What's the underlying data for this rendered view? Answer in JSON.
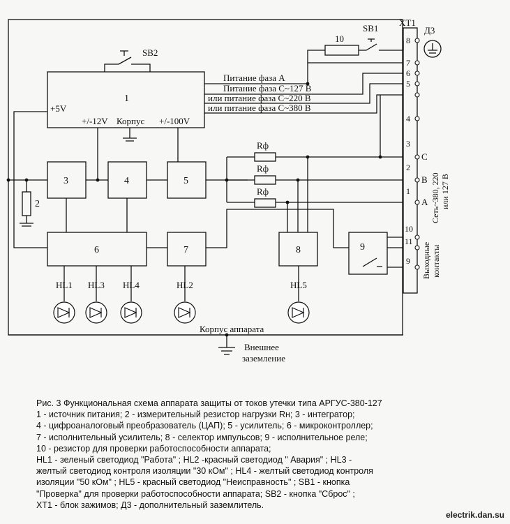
{
  "blocks": {
    "b1": "1",
    "b2": "2",
    "b3": "3",
    "b4": "4",
    "b5": "5",
    "b6": "6",
    "b7": "7",
    "b8": "8",
    "b9": "9",
    "b10": "10"
  },
  "labels": {
    "sb1": "SB1",
    "sb2": "SB2",
    "xt1": "XT1",
    "d3": "Д3",
    "plus5v": "+5V",
    "minus12v": "+/-12V",
    "korpus": "Корпус",
    "minus100v": "+/-100V",
    "rf": "Rф",
    "phase_a": "Питание фаза А",
    "phase_c127": "Питание фаза С~127 В",
    "phase_c220": "или питание фаза С~220 В",
    "phase_c380": "или питание фаза С~380 В",
    "korpus_apparata": "Корпус аппарата",
    "vneshnee": "Внешнее",
    "zazemlenie": "заземление",
    "set1": "Сеть~380, 220",
    "set2": "или 127 В",
    "vyh1": "Выходные",
    "vyh2": "контакты",
    "pha": "А",
    "phb": "В",
    "phc": "С"
  },
  "terminals": [
    "8",
    "7",
    "6",
    "5",
    "4",
    "3",
    "2",
    "1",
    "10",
    "11",
    "9"
  ],
  "leds": [
    "HL1",
    "HL3",
    "HL4",
    "HL2",
    "HL5"
  ],
  "caption": [
    "Рис. 3 Функциональная схема аппарата защиты от токов утечки типа АРГУС-380-127",
    "1 - источник питания; 2 - измерительный резистор нагрузки Rн; 3 - интегратор;",
    "4 - цифроаналоговый преобразователь (ЦАП); 5 - усилитель; 6 - микроконтроллер;",
    "7 - исполнительный усилитель; 8 - селектор импульсов; 9 - исполнительное реле;",
    "10 - резистор для проверки работоспособности аппарата;",
    "HL1 - зеленый светодиод \"Работа\"  ; HL2 -красный светодиод \" Авария\"  ; HL3 -",
    "желтый светодиод контроля изоляции \"30 кОм\"  ; HL4 - желтый светодиод контроля",
    "изоляции \"50 кОм\"  ; HL5 - красный светодиод \"Неисправность\"   ; SB1 - кнопка",
    "\"Проверка\"    для проверки работоспособности аппарата; SB2 - кнопка \"Сброс\"  ;",
    "XT1 - блок зажимов; Д3 - дополнительный заземлитель."
  ],
  "watermark": "electrik.dan.su"
}
